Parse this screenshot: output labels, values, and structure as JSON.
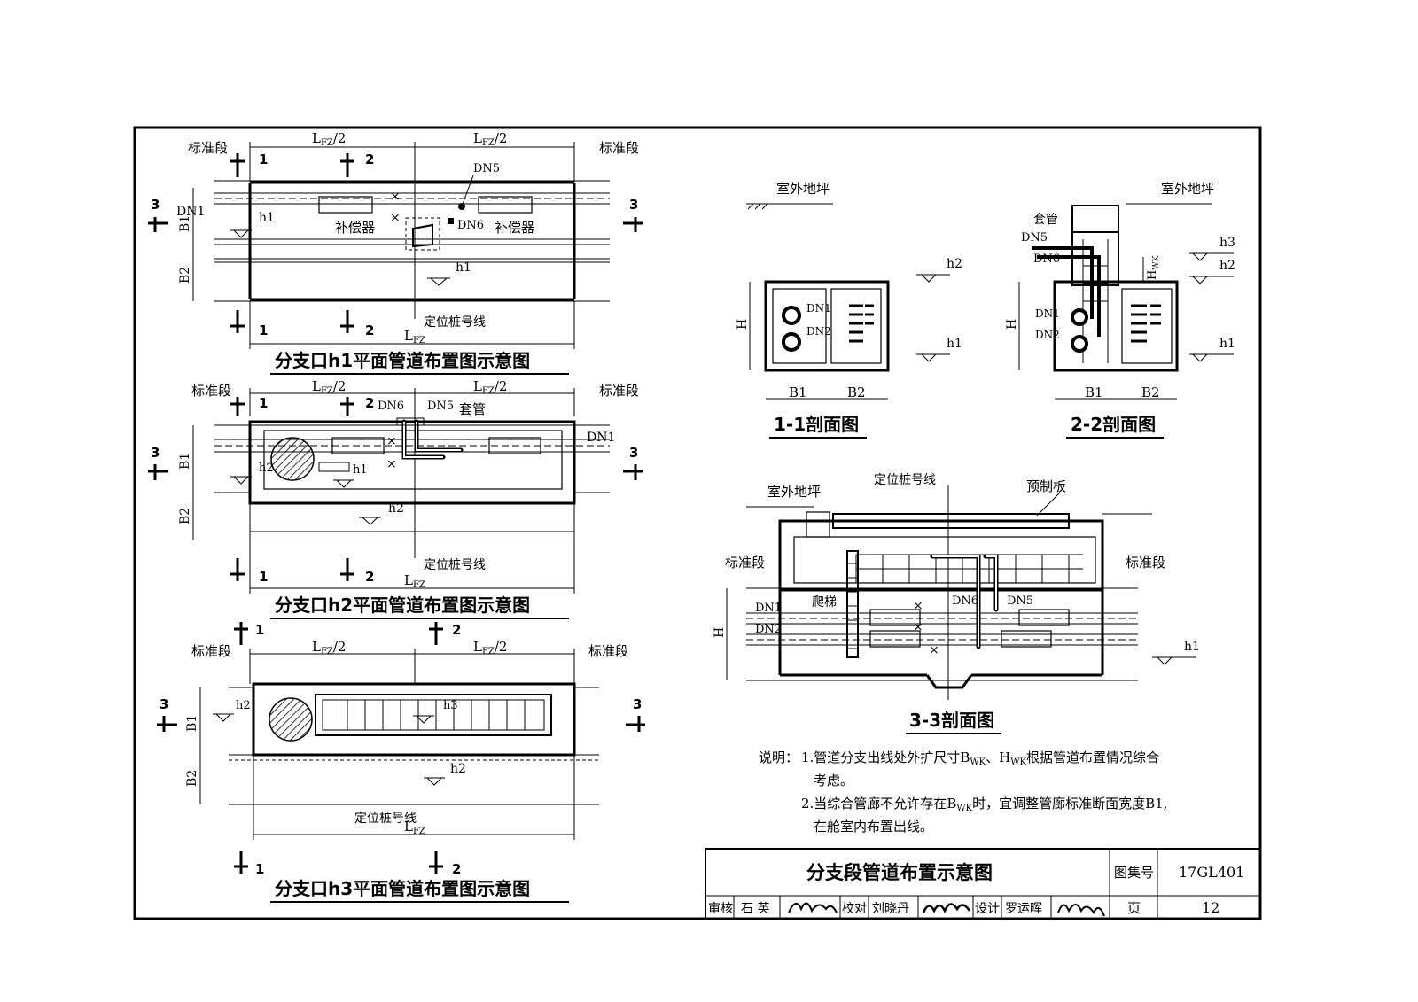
{
  "plan_h1": {
    "title": "分支口h1平面管道布置图示意图",
    "std_left": "标准段",
    "std_right": "标准段",
    "dim_half_left": "L",
    "dim_half_left_sub": "FZ",
    "dim_half_left_tail": "/2",
    "dim_half_right": "L",
    "dim_half_right_sub": "FZ",
    "dim_half_right_tail": "/2",
    "dim_total": "L",
    "dim_total_sub": "FZ",
    "sec1": "1",
    "sec2": "2",
    "sec1b": "1",
    "sec2b": "2",
    "sec3l": "3",
    "sec3r": "3",
    "b1": "B1",
    "b2": "B2",
    "dn1": "DN1",
    "dn5": "DN5",
    "dn6": "DN6",
    "comp_left": "补偿器",
    "comp_right": "补偿器",
    "h1a": "h1",
    "h1b": "h1",
    "pile": "定位桩号线"
  },
  "plan_h2": {
    "title": "分支口h2平面管道布置图示意图",
    "std_left": "标准段",
    "std_right": "标准段",
    "dim_half_left": "L",
    "dim_half_left_sub": "FZ",
    "dim_half_left_tail": "/2",
    "dim_half_right": "L",
    "dim_half_right_sub": "FZ",
    "dim_half_right_tail": "/2",
    "dim_total": "L",
    "dim_total_sub": "FZ",
    "sec1": "1",
    "sec2": "2",
    "sec1b": "1",
    "sec2b": "2",
    "sec3l": "3",
    "sec3r": "3",
    "b1": "B1",
    "b2": "B2",
    "dn1": "DN1",
    "dn5": "DN5",
    "dn6": "DN6",
    "sleeve": "套管",
    "h1": "h1",
    "h2a": "h2",
    "h2b": "h2",
    "pile": "定位桩号线"
  },
  "plan_h3": {
    "title": "分支口h3平面管道布置图示意图",
    "std_left": "标准段",
    "std_right": "标准段",
    "dim_half_left": "L",
    "dim_half_left_sub": "FZ",
    "dim_half_left_tail": "/2",
    "dim_half_right": "L",
    "dim_half_right_sub": "FZ",
    "dim_half_right_tail": "/2",
    "dim_total": "L",
    "dim_total_sub": "FZ",
    "sec1t": "1",
    "sec2t": "2",
    "sec1b": "1",
    "sec2b": "2",
    "sec3l": "3",
    "sec3r": "3",
    "b1": "B1",
    "b2": "B2",
    "h2a": "h2",
    "h2b": "h2",
    "h3": "h3",
    "pile": "定位桩号线"
  },
  "section_1": {
    "title": "1-1剖面图",
    "ground": "室外地坪",
    "dn1": "DN1",
    "dn2": "DN2",
    "h": "H",
    "b1": "B1",
    "b2": "B2",
    "h1": "h1",
    "h2": "h2"
  },
  "section_2": {
    "title": "2-2剖面图",
    "ground": "室外地坪",
    "sleeve": "套管",
    "dn1": "DN1",
    "dn2": "DN2",
    "dn5": "DN5",
    "dn6": "DN6",
    "h": "H",
    "hwk": "H",
    "hwk_sub": "WK",
    "b1": "B1",
    "b2": "B2",
    "h1": "h1",
    "h2": "h2",
    "h3": "h3"
  },
  "section_3": {
    "title": "3-3剖面图",
    "ground": "室外地坪",
    "pile": "定位桩号线",
    "precast": "预制板",
    "std_left": "标准段",
    "std_right": "标准段",
    "ladder": "爬梯",
    "dn1": "DN1",
    "dn2": "DN2",
    "dn5": "DN5",
    "dn6": "DN6",
    "h": "H",
    "h1": "h1"
  },
  "notes": {
    "label": "说明：",
    "line1_a": "1.管道分支出线处外扩尺寸B",
    "line1_b": "WK",
    "line1_c": "、H",
    "line1_d": "WK",
    "line1_e": "根据管道布置情况综合",
    "line2": "考虑。",
    "line3_a": "2.当综合管廊不允许存在B",
    "line3_b": "WK",
    "line3_c": "时，宜调整管廊标准断面宽度B1,",
    "line4": "在舱室内布置出线。"
  },
  "title_block": {
    "drawing_title": "分支段管道布置示意图",
    "atlas_label": "图集号",
    "atlas_no": "17GL401",
    "review_label": "审核",
    "reviewer": "石 英",
    "check_label": "校对",
    "checker": "刘晓丹",
    "design_label": "设计",
    "designer": "罗运晖",
    "page_label": "页",
    "page_no": "12"
  }
}
